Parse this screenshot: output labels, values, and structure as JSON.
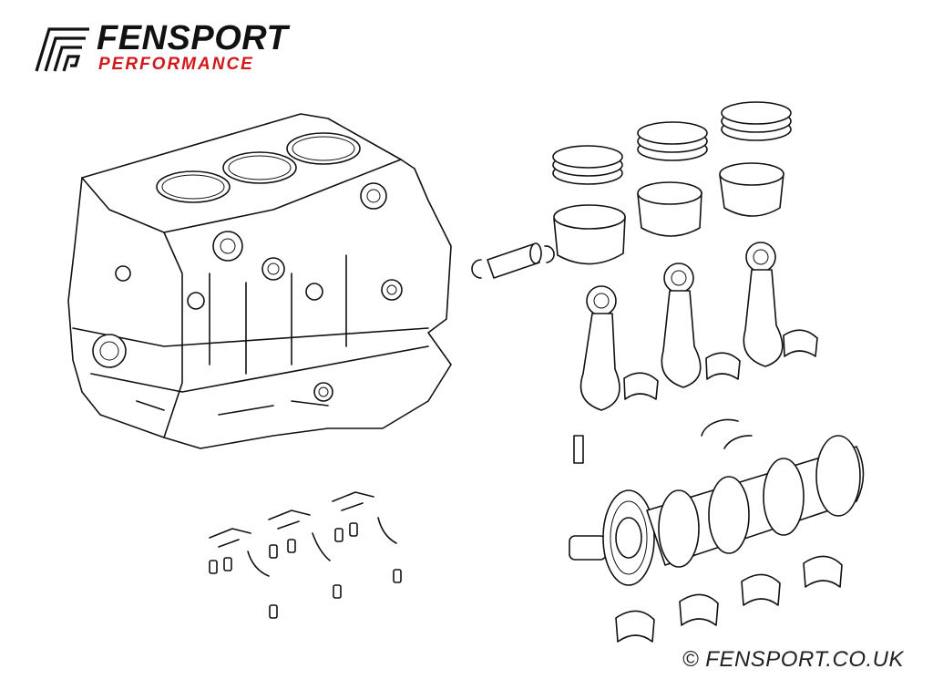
{
  "logo": {
    "brand": "FENSPORT",
    "tagline": "PERFORMANCE",
    "accent_color": "#d3171a"
  },
  "copyright": {
    "symbol": "©",
    "text": "FENSPORT.CO.UK"
  }
}
